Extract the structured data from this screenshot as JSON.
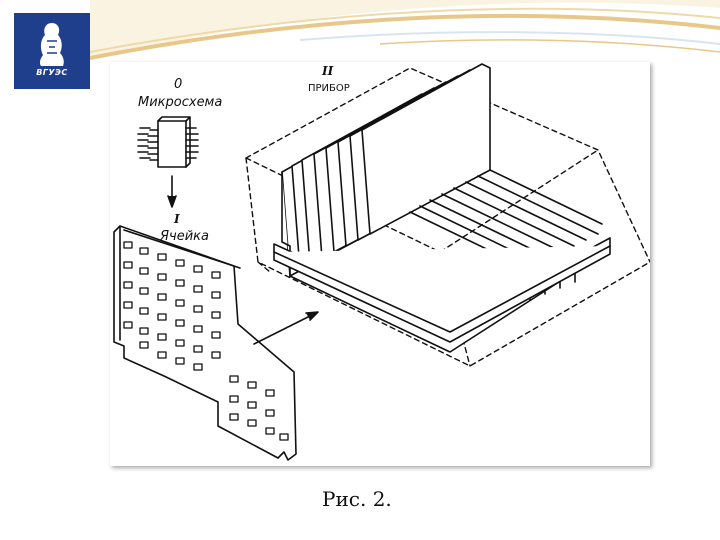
{
  "logo": {
    "text": "ВГУЭС",
    "icon": "university-emblem-icon",
    "color": "#1f3e8c"
  },
  "header": {
    "accent_colors": [
      "#e8c88a",
      "#f3dfb3",
      "#d9e4f1"
    ]
  },
  "diagram": {
    "level0": {
      "numeral": "0",
      "name": "Микросхема"
    },
    "level1": {
      "numeral": "I",
      "name": "Ячейка"
    },
    "level2": {
      "numeral": "II",
      "name": "ПРИБОР"
    }
  },
  "caption": "Рис. 2."
}
